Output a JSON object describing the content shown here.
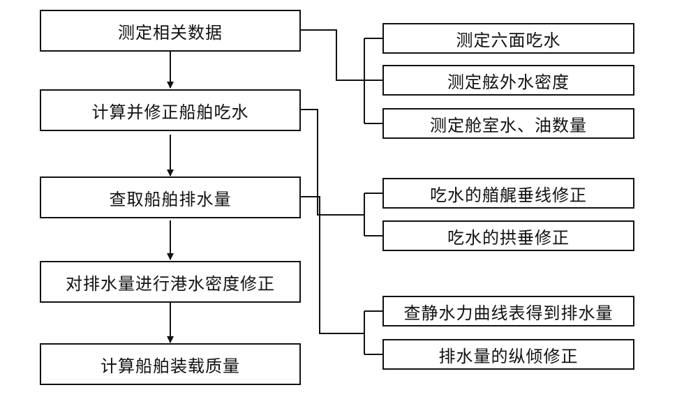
{
  "main_steps": [
    "测定相关数据",
    "计算并修正船舶吃水",
    "查取船舶排水量",
    "对排水量进行港水密度修正",
    "计算船舶装载质量"
  ],
  "groups": [
    {
      "items": [
        "测定六面吃水",
        "测定舷外水密度",
        "测定舱室水、油数量"
      ]
    },
    {
      "items": [
        "吃水的艏艉垂线修正",
        "吃水的拱垂修正"
      ]
    },
    {
      "items": [
        "查静水力曲线表得到排水量",
        "排水量的纵倾修正"
      ]
    }
  ]
}
